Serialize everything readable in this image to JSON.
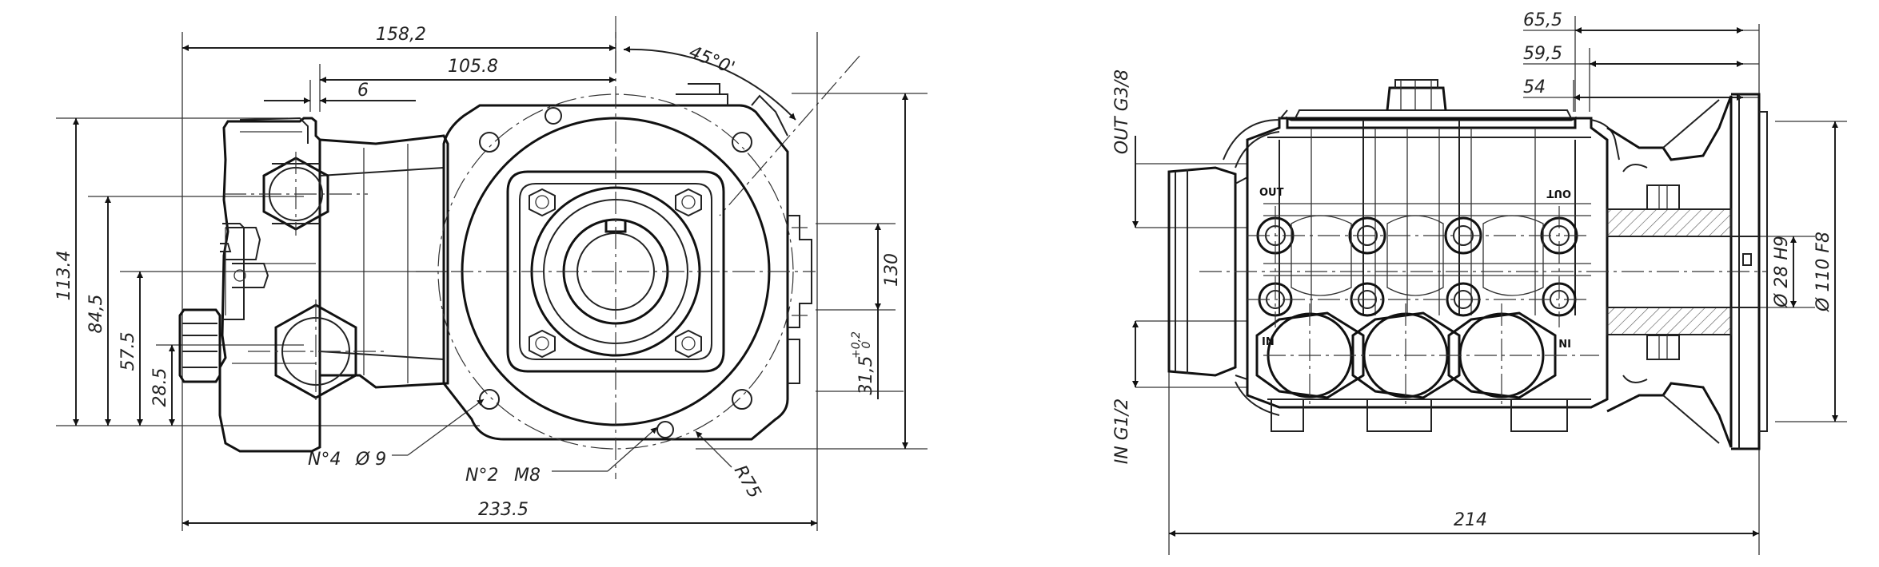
{
  "left_view": {
    "dims": {
      "d158": "158,2",
      "d105": "105.8",
      "d6": "6",
      "angle": "45°0'",
      "d113": "113.4",
      "d84": "84,5",
      "d57": "57.5",
      "d28": "28.5",
      "d130": "130",
      "d31": "31,5",
      "d31tol_top": "+0,2",
      "d31tol_bot": "0",
      "d233": "233.5",
      "r75": "R75"
    },
    "notes": {
      "holes_n": "N°4",
      "holes_d": "Ø 9",
      "threads_n": "N°2",
      "threads_m": "M8"
    }
  },
  "right_view": {
    "dims": {
      "d65": "65,5",
      "d59": "59,5",
      "d54": "54",
      "shaft": "Ø 28 H9",
      "flange": "Ø 110 F8",
      "d214": "214"
    },
    "port_labels": {
      "out_port": "OUT G3/8",
      "in_port": "IN G1/2",
      "out_left": "OUT",
      "out_right": "OUT",
      "in_left": "IN",
      "in_right": "IN"
    }
  }
}
